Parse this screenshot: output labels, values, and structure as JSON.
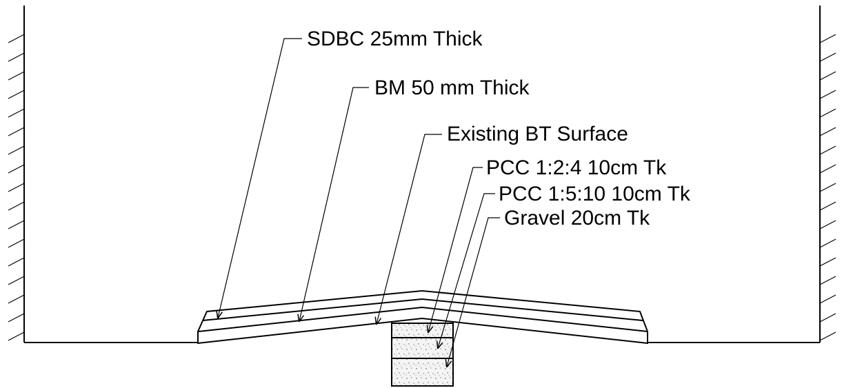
{
  "labels": {
    "sdbc": "SDBC 25mm Thick",
    "bm": "BM 50 mm Thick",
    "existing": "Existing BT Surface",
    "pcc124": "PCC 1:2:4 10cm Tk",
    "pcc1510": "PCC 1:5:10 10cm Tk",
    "gravel": "Gravel 20cm Tk"
  },
  "colors": {
    "line": "#000000",
    "background": "#ffffff",
    "fill": "#f2f2f2"
  }
}
